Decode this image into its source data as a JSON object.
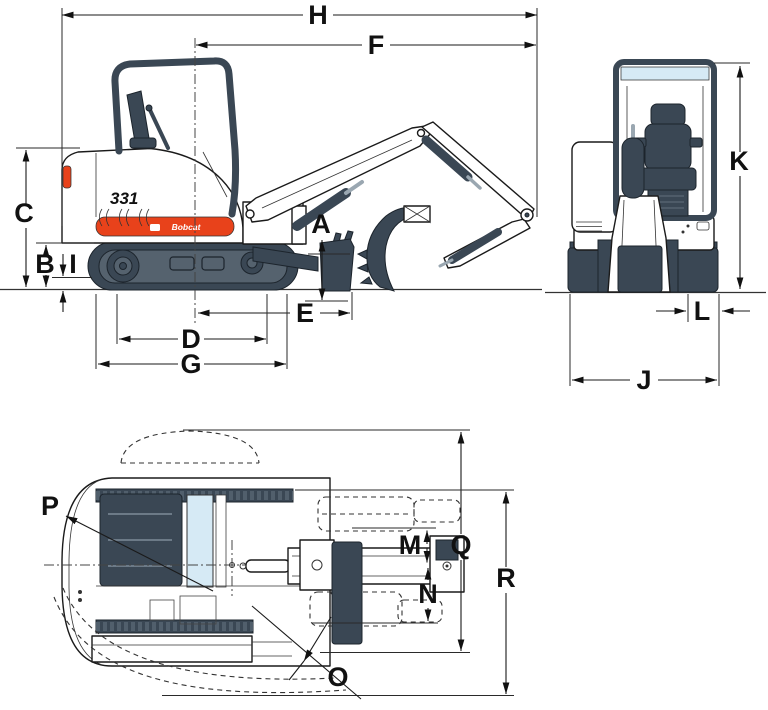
{
  "machine": {
    "model": "331",
    "brand": "Bobcat"
  },
  "dimensions": {
    "A": "A",
    "B": "B",
    "C": "C",
    "D": "D",
    "E": "E",
    "F": "F",
    "G": "G",
    "H": "H",
    "I": "I",
    "J": "J",
    "K": "K",
    "L": "L",
    "M": "M",
    "N": "N",
    "O": "O",
    "P": "P",
    "Q": "Q",
    "R": "R"
  },
  "colors": {
    "machine_dark": "#3a4754",
    "machine_mid": "#55626e",
    "accent_red": "#e8421b",
    "glass_blue": "#d6eaf5",
    "dim_line": "#1a1a1a"
  }
}
